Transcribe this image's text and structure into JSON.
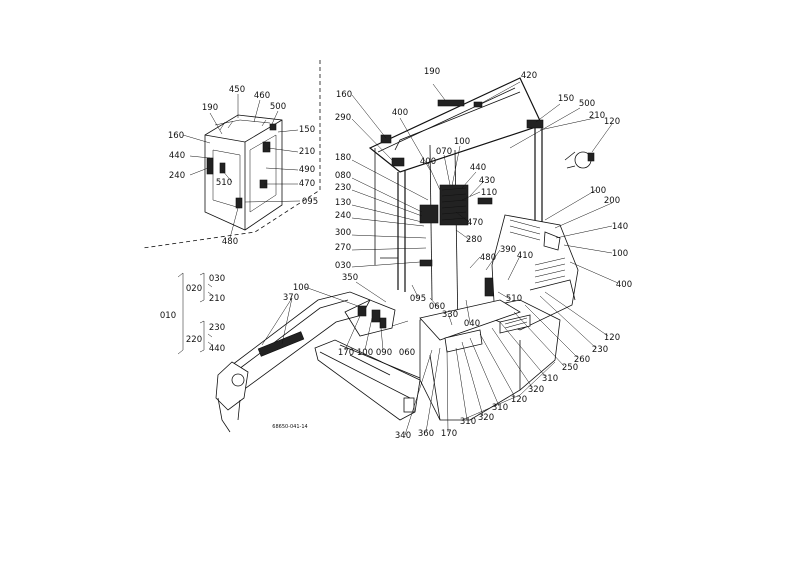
{
  "drawing_code": "68650-041-14",
  "inset_labels": [
    "450",
    "460",
    "190",
    "500",
    "160",
    "150",
    "440",
    "210",
    "240",
    "490",
    "510",
    "470",
    "095",
    "480"
  ],
  "main_labels": [
    "190",
    "420",
    "160",
    "400",
    "150",
    "500",
    "290",
    "210",
    "120",
    "100",
    "070",
    "180",
    "400",
    "440",
    "080",
    "430",
    "110",
    "230",
    "100",
    "200",
    "470",
    "130",
    "140",
    "240",
    "280",
    "300",
    "390",
    "100",
    "270",
    "480",
    "410",
    "030",
    "400",
    "350",
    "095",
    "510",
    "100",
    "060",
    "330",
    "040",
    "370",
    "060",
    "170",
    "100",
    "090",
    "120",
    "230",
    "260",
    "250",
    "310",
    "320",
    "120",
    "310",
    "320",
    "340",
    "360",
    "170",
    "310"
  ],
  "bracket": {
    "root": "010",
    "group_a": "020",
    "group_a_items": [
      "030",
      "210"
    ],
    "group_b": "220",
    "group_b_items": [
      "230",
      "440"
    ]
  }
}
